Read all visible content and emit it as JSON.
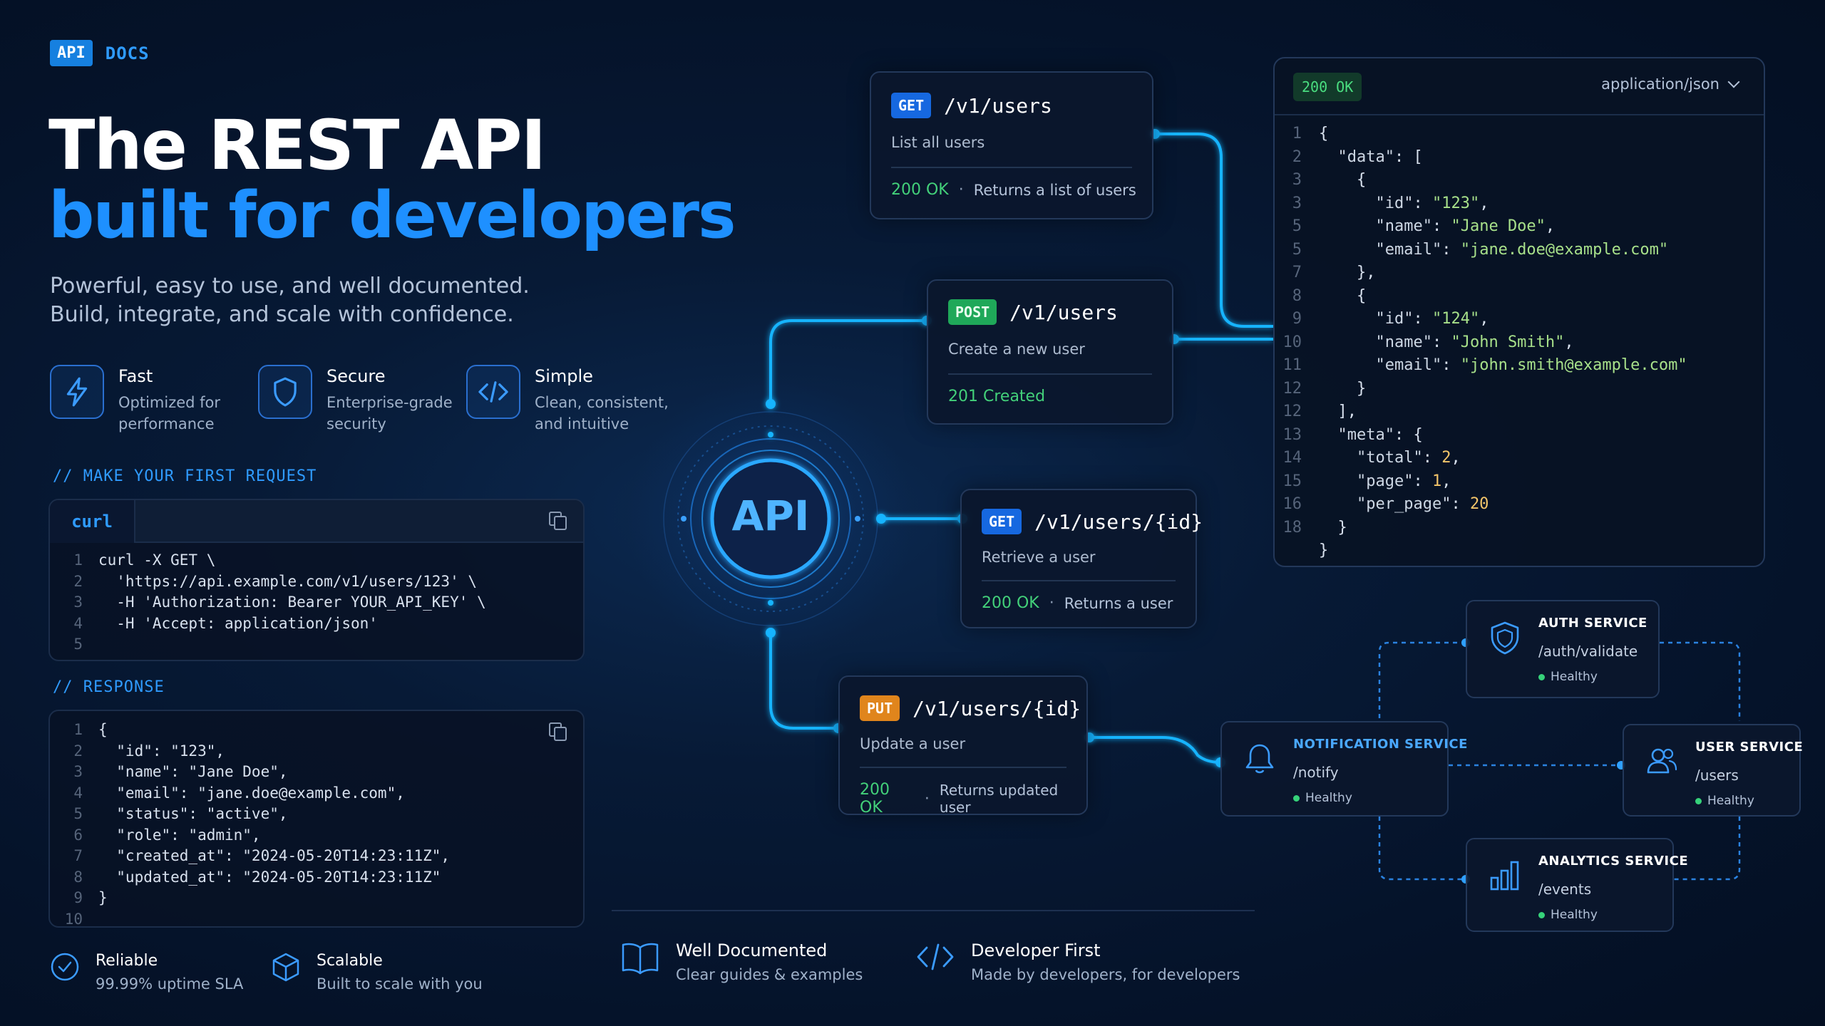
{
  "brand": {
    "badge": "API",
    "label": "DOCS"
  },
  "hero": {
    "line1": "The REST API",
    "line2": "built for developers",
    "subtitle_line1": "Powerful, easy to use, and well documented.",
    "subtitle_line2": "Build, integrate, and scale with confidence."
  },
  "features": [
    {
      "icon": "lightning-icon",
      "title": "Fast",
      "desc_line1": "Optimized for",
      "desc_line2": "performance"
    },
    {
      "icon": "shield-icon",
      "title": "Secure",
      "desc_line1": "Enterprise-grade",
      "desc_line2": "security"
    },
    {
      "icon": "code-icon",
      "title": "Simple",
      "desc_line1": "Clean, consistent,",
      "desc_line2": "and intuitive"
    }
  ],
  "request_section": {
    "label": "// MAKE YOUR FIRST REQUEST",
    "tab": "curl",
    "lines": [
      {
        "n": "1",
        "code": "curl -X GET \\"
      },
      {
        "n": "2",
        "code": "  'https://api.example.com/v1/users/123' \\"
      },
      {
        "n": "3",
        "code": "  -H 'Authorization: Bearer YOUR_API_KEY' \\"
      },
      {
        "n": "4",
        "code": "  -H 'Accept: application/json'"
      },
      {
        "n": "5",
        "code": ""
      }
    ]
  },
  "response_section": {
    "label": "// RESPONSE",
    "lines": [
      {
        "n": "1",
        "code": "{"
      },
      {
        "n": "2",
        "code": "  \"id\": \"123\","
      },
      {
        "n": "3",
        "code": "  \"name\": \"Jane Doe\","
      },
      {
        "n": "4",
        "code": "  \"email\": \"jane.doe@example.com\","
      },
      {
        "n": "5",
        "code": "  \"status\": \"active\","
      },
      {
        "n": "6",
        "code": "  \"role\": \"admin\","
      },
      {
        "n": "7",
        "code": "  \"created_at\": \"2024-05-20T14:23:11Z\","
      },
      {
        "n": "8",
        "code": "  \"updated_at\": \"2024-05-20T14:23:11Z\""
      },
      {
        "n": "9",
        "code": "}"
      },
      {
        "n": "10",
        "code": ""
      }
    ]
  },
  "bottom_features": [
    {
      "icon": "check-circle-icon",
      "title": "Reliable",
      "desc": "99.99% uptime SLA"
    },
    {
      "icon": "cube-icon",
      "title": "Scalable",
      "desc": "Built to scale with you"
    },
    {
      "icon": "book-icon",
      "title": "Well Documented",
      "desc": "Clear guides & examples"
    },
    {
      "icon": "code-icon",
      "title": "Developer First",
      "desc": "Made by developers, for developers"
    }
  ],
  "hub": {
    "label": "API"
  },
  "endpoints": [
    {
      "method": "GET",
      "path": "/v1/users",
      "desc": "List all users",
      "status": "200 OK",
      "sep": "·",
      "note": "Returns a list of users"
    },
    {
      "method": "POST",
      "path": "/v1/users",
      "desc": "Create a new user",
      "status": "201 Created",
      "sep": "",
      "note": ""
    },
    {
      "method": "GET",
      "path": "/v1/users/{id}",
      "desc": "Retrieve a user",
      "status": "200 OK",
      "sep": "·",
      "note": "Returns a user"
    },
    {
      "method": "PUT",
      "path": "/v1/users/{id}",
      "desc": "Update a user",
      "status": "200 OK",
      "sep": "·",
      "note": "Returns updated user"
    }
  ],
  "json_panel": {
    "status": "200 OK",
    "content_type": "application/json",
    "lines": [
      {
        "n": "1",
        "parts": [
          [
            "jp",
            "{"
          ]
        ]
      },
      {
        "n": "2",
        "parts": [
          [
            "jp",
            "  "
          ],
          [
            "jk",
            "\"data\""
          ],
          [
            "jp",
            ": ["
          ]
        ]
      },
      {
        "n": "3",
        "parts": [
          [
            "jp",
            "    {"
          ]
        ]
      },
      {
        "n": "3",
        "parts": [
          [
            "jp",
            "      "
          ],
          [
            "jk",
            "\"id\""
          ],
          [
            "jp",
            ": "
          ],
          [
            "js",
            "\"123\""
          ],
          [
            "jp",
            ","
          ]
        ]
      },
      {
        "n": "5",
        "parts": [
          [
            "jp",
            "      "
          ],
          [
            "jk",
            "\"name\""
          ],
          [
            "jp",
            ": "
          ],
          [
            "js",
            "\"Jane Doe\""
          ],
          [
            "jp",
            ","
          ]
        ]
      },
      {
        "n": "5",
        "parts": [
          [
            "jp",
            "      "
          ],
          [
            "jk",
            "\"email\""
          ],
          [
            "jp",
            ": "
          ],
          [
            "js",
            "\"jane.doe@example.com\""
          ]
        ]
      },
      {
        "n": "7",
        "parts": [
          [
            "jp",
            "    },"
          ]
        ]
      },
      {
        "n": "8",
        "parts": [
          [
            "jp",
            "    {"
          ]
        ]
      },
      {
        "n": "9",
        "parts": [
          [
            "jp",
            "      "
          ],
          [
            "jk",
            "\"id\""
          ],
          [
            "jp",
            ": "
          ],
          [
            "js",
            "\"124\""
          ],
          [
            "jp",
            ","
          ]
        ]
      },
      {
        "n": "10",
        "parts": [
          [
            "jp",
            "      "
          ],
          [
            "jk",
            "\"name\""
          ],
          [
            "jp",
            ": "
          ],
          [
            "js",
            "\"John Smith\""
          ],
          [
            "jp",
            ","
          ]
        ]
      },
      {
        "n": "11",
        "parts": [
          [
            "jp",
            "      "
          ],
          [
            "jk",
            "\"email\""
          ],
          [
            "jp",
            ": "
          ],
          [
            "js",
            "\"john.smith@example.com\""
          ]
        ]
      },
      {
        "n": "12",
        "parts": [
          [
            "jp",
            "    }"
          ]
        ]
      },
      {
        "n": "12",
        "parts": [
          [
            "jp",
            "  ],"
          ]
        ]
      },
      {
        "n": "13",
        "parts": [
          [
            "jp",
            "  "
          ],
          [
            "jk",
            "\"meta\""
          ],
          [
            "jp",
            ": {"
          ]
        ]
      },
      {
        "n": "14",
        "parts": [
          [
            "jp",
            "    "
          ],
          [
            "jk",
            "\"total\""
          ],
          [
            "jp",
            ": "
          ],
          [
            "jn",
            "2"
          ],
          [
            "jp",
            ","
          ]
        ]
      },
      {
        "n": "15",
        "parts": [
          [
            "jp",
            "    "
          ],
          [
            "jk",
            "\"page\""
          ],
          [
            "jp",
            ": "
          ],
          [
            "jn",
            "1"
          ],
          [
            "jp",
            ","
          ]
        ]
      },
      {
        "n": "16",
        "parts": [
          [
            "jp",
            "    "
          ],
          [
            "jk",
            "\"per_page\""
          ],
          [
            "jp",
            ": "
          ],
          [
            "jn",
            "20"
          ]
        ]
      },
      {
        "n": "18",
        "parts": [
          [
            "jp",
            "  }"
          ]
        ]
      },
      {
        "n": "",
        "parts": [
          [
            "jp",
            "}"
          ]
        ]
      }
    ]
  },
  "services": [
    {
      "icon": "shield-icon",
      "title": "AUTH SERVICE",
      "path": "/auth/validate",
      "health": "Healthy"
    },
    {
      "icon": "bell-icon",
      "title": "NOTIFICATION SERVICE",
      "path": "/notify",
      "health": "Healthy"
    },
    {
      "icon": "users-icon",
      "title": "USER SERVICE",
      "path": "/users",
      "health": "Healthy"
    },
    {
      "icon": "bar-chart-icon",
      "title": "ANALYTICS SERVICE",
      "path": "/events",
      "health": "Healthy"
    }
  ],
  "colors": {
    "accent": "#1e90ff",
    "get": "#1668e0",
    "post": "#1fa859",
    "put": "#e0851c",
    "ok": "#43d17a",
    "connector": "#19b4ff"
  }
}
